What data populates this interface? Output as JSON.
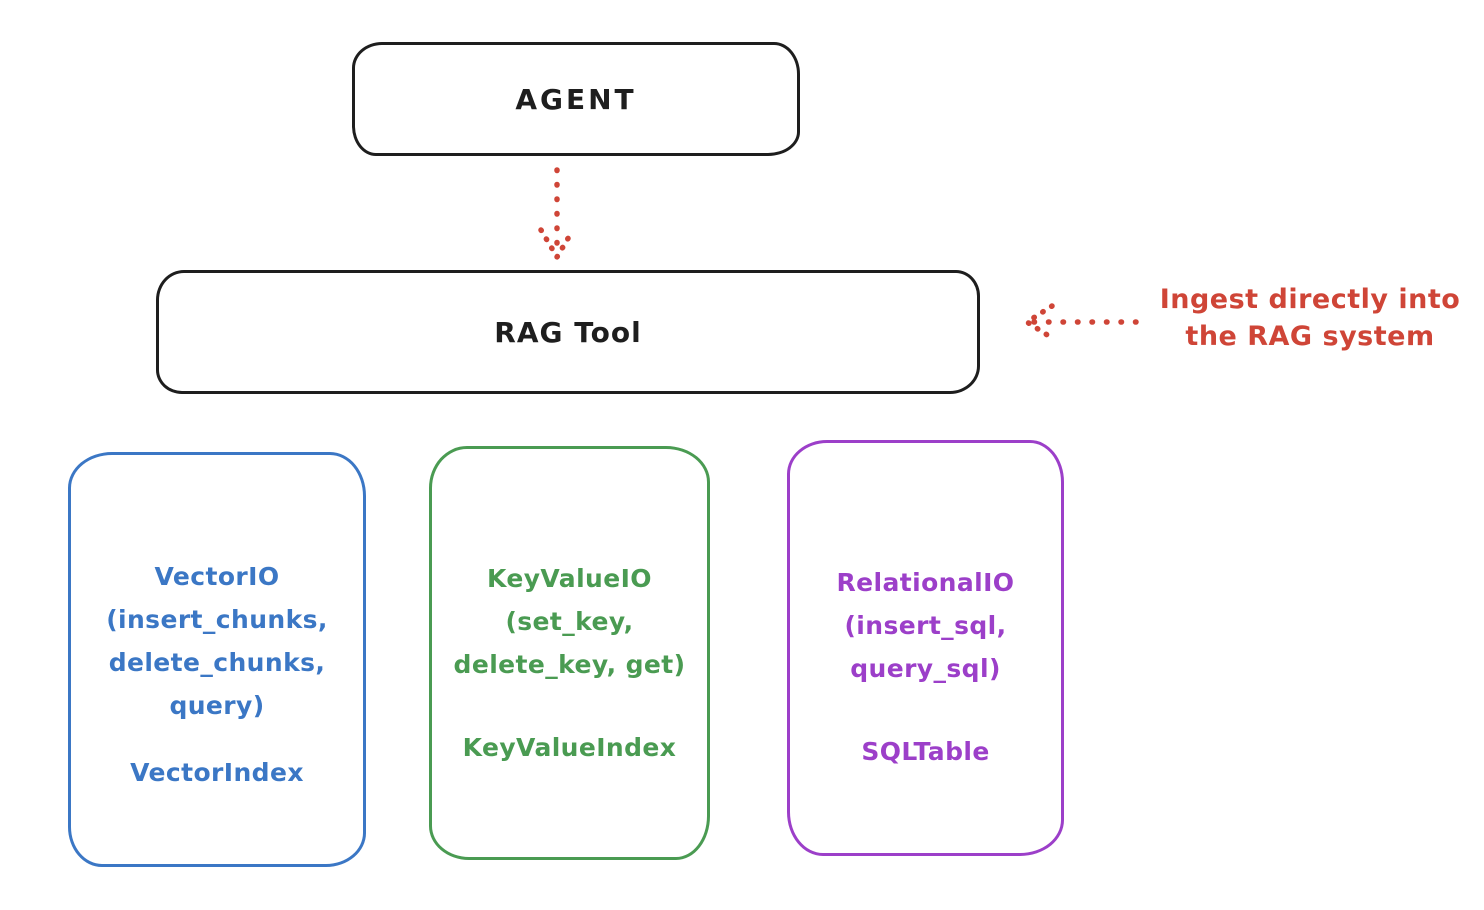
{
  "diagram": {
    "background": "#ffffff",
    "ink_color": "#1e1e1e",
    "accent_red": "#cf4537"
  },
  "agent": {
    "label": "AGENT"
  },
  "rag_tool": {
    "label": "RAG Tool"
  },
  "ingest_note": {
    "line1": "Ingest directly into",
    "line2": "the RAG system",
    "color": "#cf4537"
  },
  "arrows": {
    "agent_to_rag": {
      "style": "dotted",
      "direction": "down",
      "color": "#cf4537"
    },
    "ingest_to_rag": {
      "style": "dotted",
      "direction": "left",
      "color": "#cf4537"
    }
  },
  "storage_boxes": [
    {
      "name": "VectorIO",
      "color": "#3b77c5",
      "lines": [
        "VectorIO",
        "(insert_chunks,",
        "delete_chunks,",
        "query)"
      ],
      "index_label": "VectorIndex"
    },
    {
      "name": "KeyValueIO",
      "color": "#4a9b52",
      "lines": [
        "KeyValueIO",
        "(set_key,",
        "delete_key, get)"
      ],
      "index_label": "KeyValueIndex"
    },
    {
      "name": "RelationalIO",
      "color": "#9c3fc9",
      "lines": [
        "RelationalIO",
        "(insert_sql,",
        "query_sql)"
      ],
      "index_label": "SQLTable"
    }
  ]
}
